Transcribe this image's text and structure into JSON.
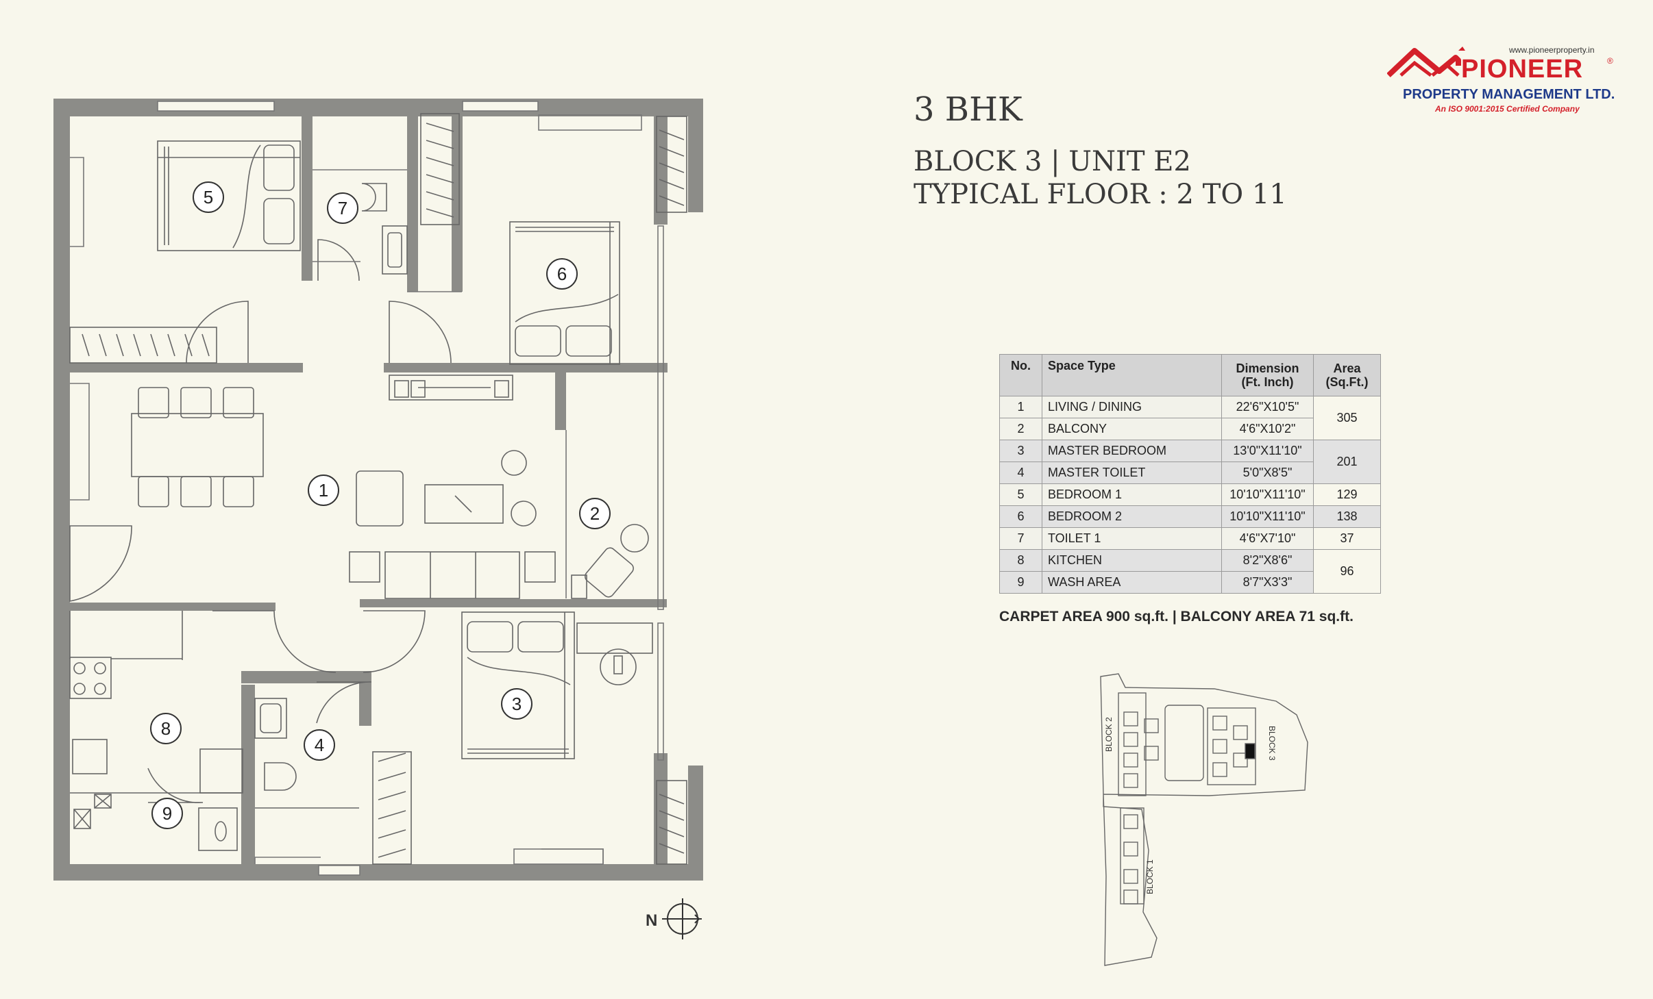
{
  "header": {
    "title": "3 BHK",
    "block_unit": "BLOCK 3  |  UNIT E2",
    "floor": "TYPICAL FLOOR : 2 TO 11"
  },
  "logo": {
    "url": "www.pioneerproperty.in",
    "name": "PIONEER",
    "registered": "®",
    "subtitle": "PROPERTY MANAGEMENT LTD.",
    "iso": "An ISO 9001:2015 Certified Company",
    "brand_red": "#d4202a",
    "brand_blue": "#1e3a8a"
  },
  "table": {
    "headers": {
      "no": "No.",
      "space": "Space Type",
      "dimension": "Dimension",
      "dimension_unit": "(Ft. Inch)",
      "area": "Area",
      "area_unit": "(Sq.Ft.)"
    },
    "rows": [
      {
        "no": "1",
        "space": "LIVING / DINING",
        "dim": "22'6\"X10'5\""
      },
      {
        "no": "2",
        "space": "BALCONY",
        "dim": "4'6\"X10'2\""
      },
      {
        "no": "3",
        "space": "MASTER BEDROOM",
        "dim": "13'0\"X11'10\""
      },
      {
        "no": "4",
        "space": "MASTER TOILET",
        "dim": "5'0\"X8'5\""
      },
      {
        "no": "5",
        "space": "BEDROOM 1",
        "dim": "10'10\"X11'10\""
      },
      {
        "no": "6",
        "space": "BEDROOM 2",
        "dim": "10'10\"X11'10\""
      },
      {
        "no": "7",
        "space": "TOILET 1",
        "dim": "4'6\"X7'10\""
      },
      {
        "no": "8",
        "space": "KITCHEN",
        "dim": "8'2\"X8'6\""
      },
      {
        "no": "9",
        "space": "WASH AREA",
        "dim": "8'7\"X3'3\""
      }
    ],
    "areas": [
      "305",
      "201",
      "129",
      "138",
      "37",
      "96"
    ]
  },
  "summary": "CARPET AREA 900 sq.ft.  |  BALCONY AREA 71 sq.ft.",
  "plan": {
    "room_labels": [
      "1",
      "2",
      "3",
      "4",
      "5",
      "6",
      "7",
      "8",
      "9"
    ],
    "wall_color": "#8c8c88",
    "north": "N"
  },
  "key_plan": {
    "block1": "BLOCK 1",
    "block2": "BLOCK 2",
    "block3": "BLOCK 3"
  }
}
